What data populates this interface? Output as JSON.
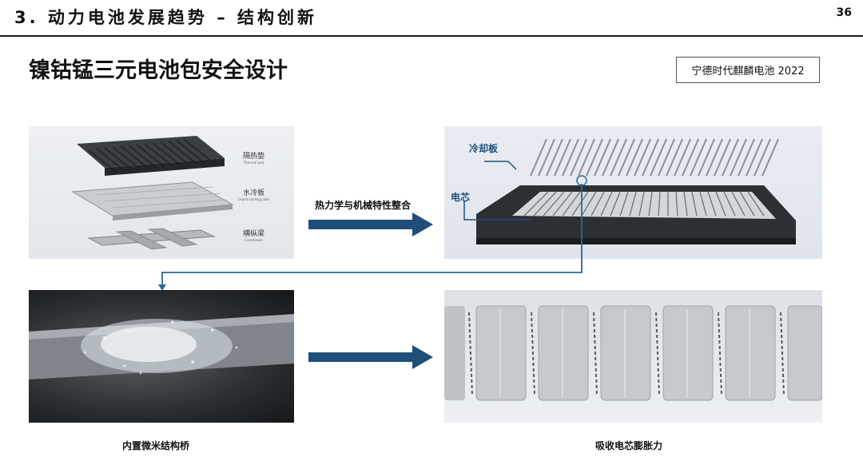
{
  "header": {
    "title": "3.  动力电池发展趋势 – 结构创新",
    "page_number": "36"
  },
  "slide": {
    "title": "镍钴锰三元电池包安全设计",
    "source": "宁德时代麒麟电池 2022"
  },
  "panel_exploded": {
    "labels": [
      {
        "zh": "隔热垫",
        "en": "Thermal pad"
      },
      {
        "zh": "水冷板",
        "en": "Liquid-cooling plate"
      },
      {
        "zh": "横纵梁",
        "en": "Crossbeam"
      }
    ]
  },
  "arrow_top": {
    "label": "热力学与机械特性整合"
  },
  "panel_pack": {
    "cooling_label": "冷却板",
    "cell_label": "电芯"
  },
  "captions": {
    "micro_bridge": "内置微米结构桥",
    "absorb": "吸收电芯膨胀力"
  },
  "colors": {
    "arrow": "#1f4f79",
    "connector": "#2a6a90",
    "label_blue": "#1f4f79"
  }
}
